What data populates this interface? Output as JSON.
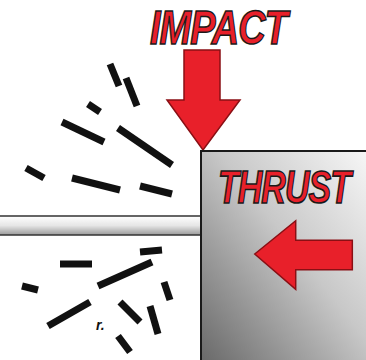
{
  "diagram": {
    "nodes": [
      {
        "text": [
          "THRUST"
        ]
      }
    ],
    "labels": [
      "IMPACT",
      "r."
    ]
  }
}
